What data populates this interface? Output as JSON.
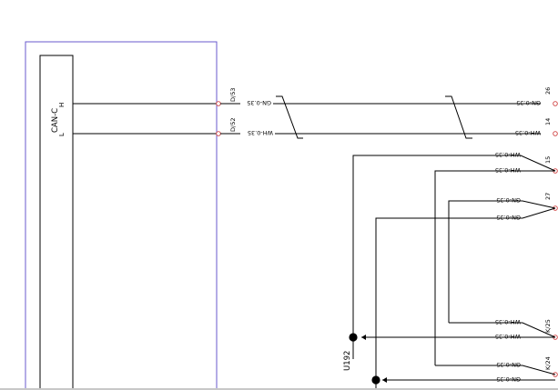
{
  "connector": {
    "name": "CAN-C",
    "pin_h": "H",
    "pin_l": "L"
  },
  "left_terminals": {
    "t1": "D/53",
    "t2": "D/52"
  },
  "near_wires": {
    "w1": "GN-0.35",
    "w2": "WH-0.35"
  },
  "right_wires": {
    "r1": "GN-0.35",
    "r2": "WH-0.35",
    "r3": "WH-0.35",
    "r4": "WH-0.35",
    "r5": "GN-0.35",
    "r6": "GN-0.35",
    "r7": "WH-0.35",
    "r8": "WH-0.35",
    "r9": "GN-0.35",
    "r10": "GN-0.35"
  },
  "right_pins": {
    "p26": "26",
    "p14": "14",
    "p15": "15",
    "p27": "27",
    "p25": "K/25",
    "p24": "K/24"
  },
  "splice": {
    "label": "U192"
  },
  "colors": {
    "frame": "#6a5acd",
    "pin_outline": "#d04040",
    "wire": "#000000"
  }
}
